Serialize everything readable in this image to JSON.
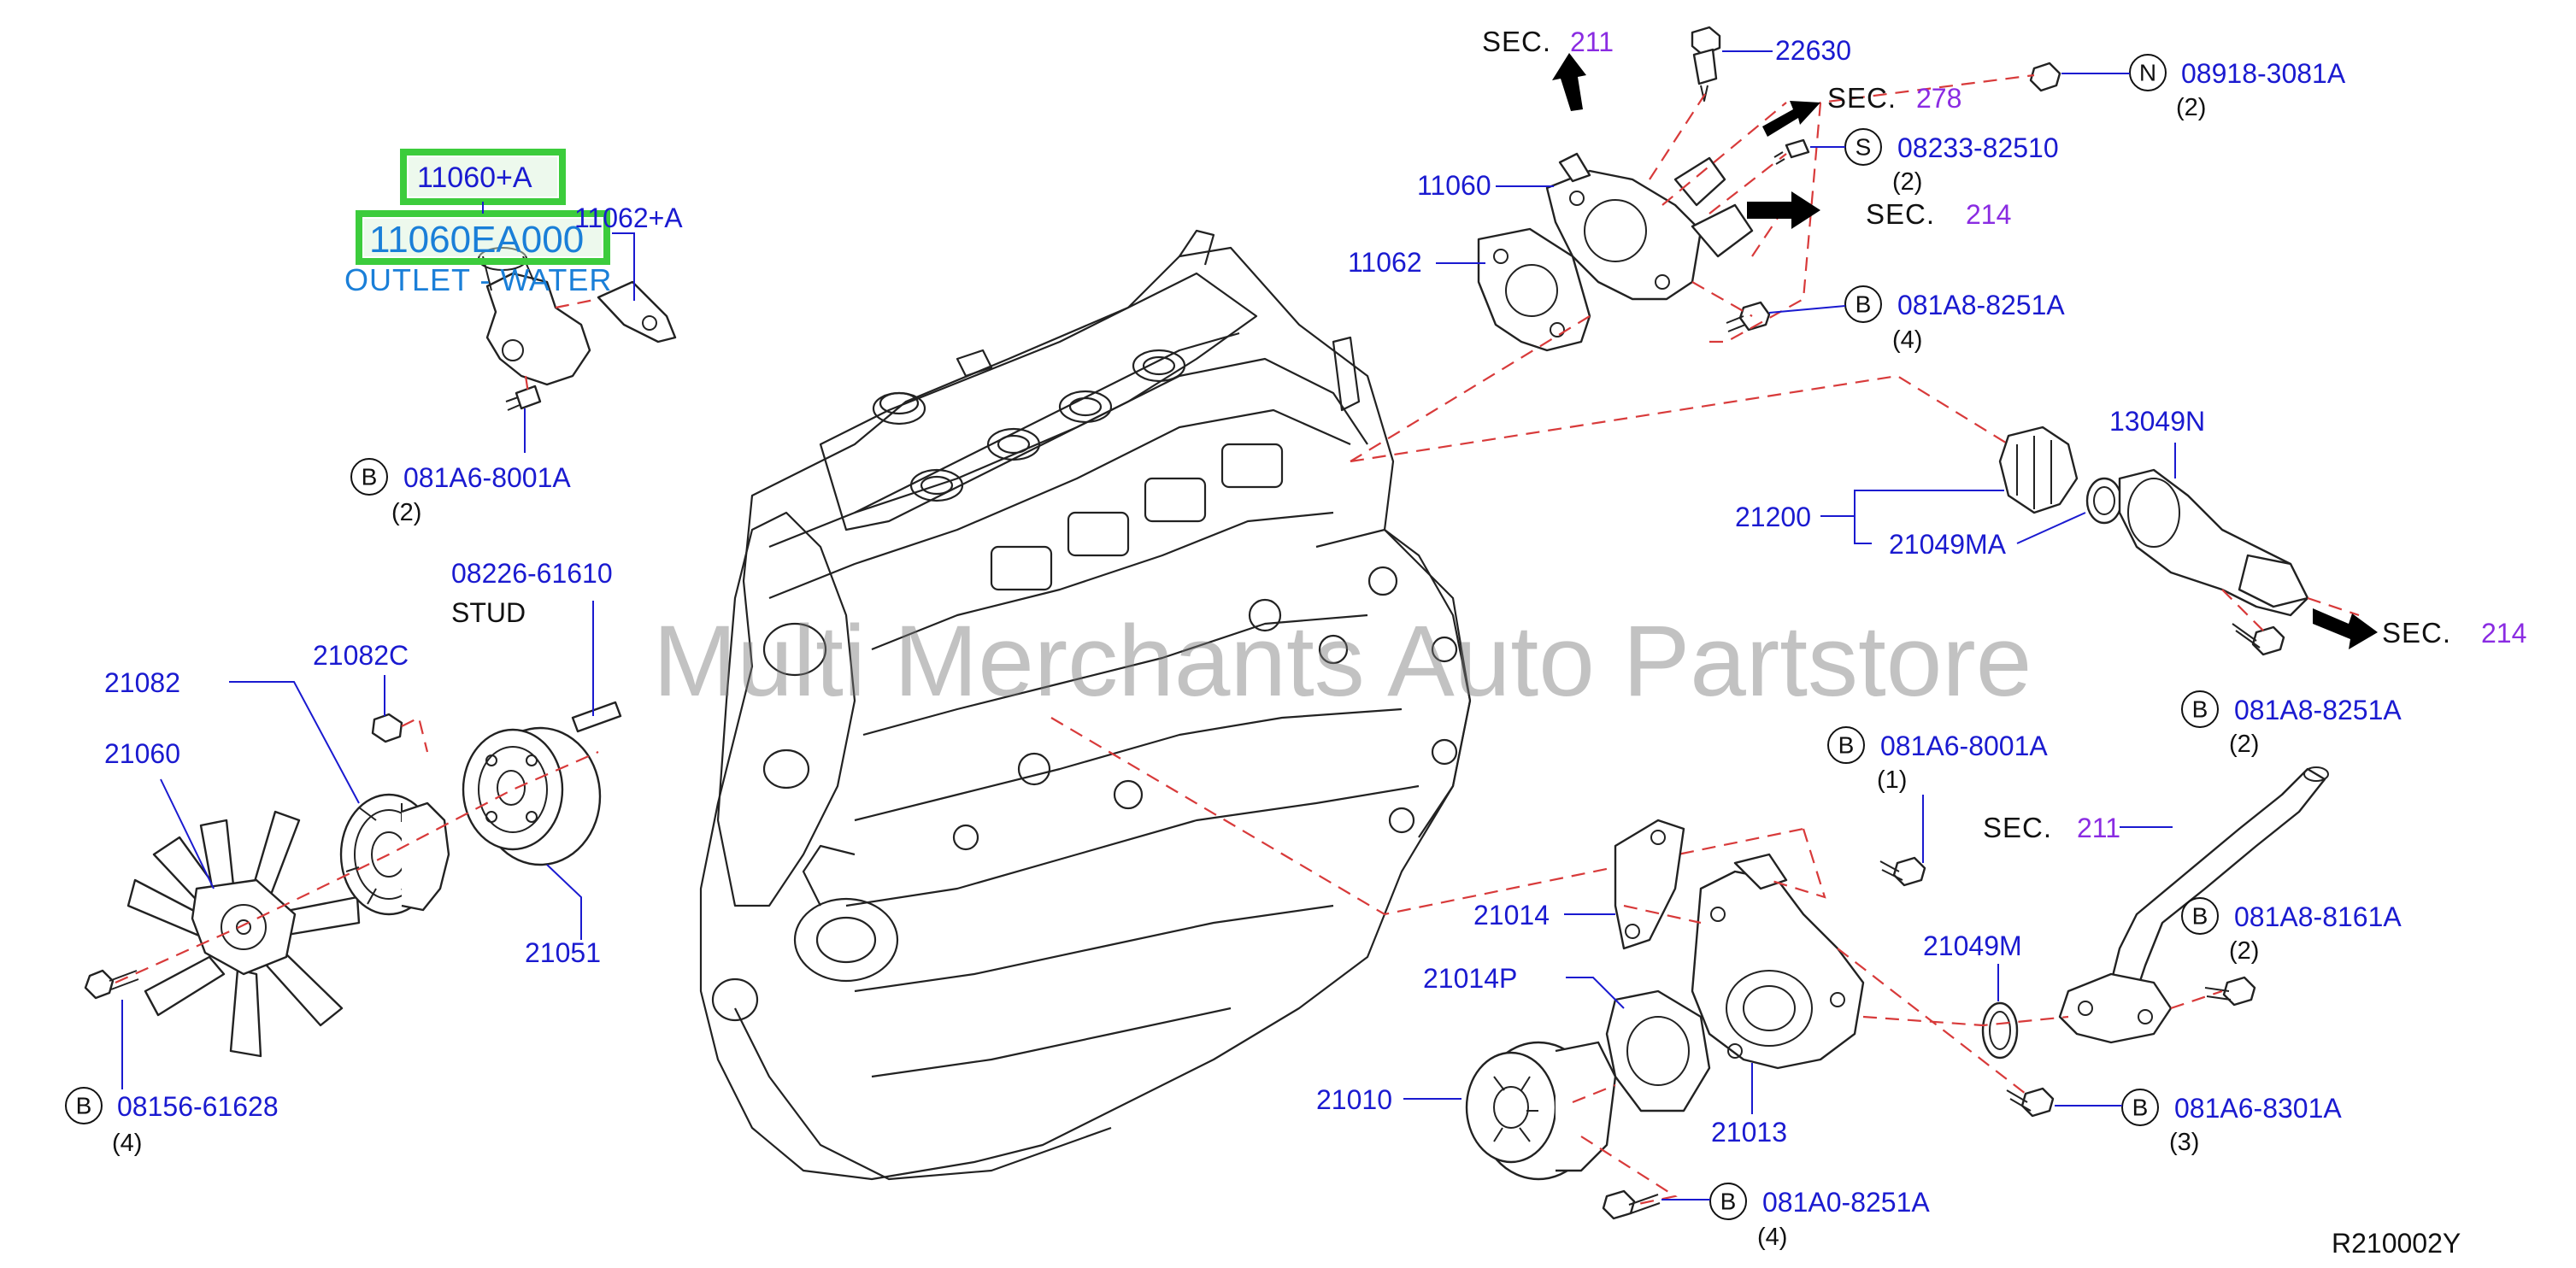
{
  "watermark": "Multi Merchants Auto Partstore",
  "diagram_code": "R210002Y",
  "highlight": {
    "box1": "11060+A",
    "box2": "11060EA000",
    "description": "OUTLET - WATER"
  },
  "labels": {
    "p11062a": "11062+A",
    "p081A6_8001A_top": "081A6-8001A",
    "p081A6_8001A_top_qty": "(2)",
    "p08226": "08226-61610",
    "stud": "STUD",
    "p21082": "21082",
    "p21082C": "21082C",
    "p21060": "21060",
    "p21051": "21051",
    "p08156": "08156-61628",
    "p08156_qty": "(4)",
    "sec_word": "SEC.",
    "sec211_top": "211",
    "p22630": "22630",
    "sec278": "278",
    "p08918": "08918-3081A",
    "p08918_qty": "(2)",
    "p08233": "08233-82510",
    "p08233_qty": "(2)",
    "sec214_top": "214",
    "p11060": "11060",
    "p11062": "11062",
    "p081A8_8251A_top": "081A8-8251A",
    "p081A8_8251A_top_qty": "(4)",
    "p13049N": "13049N",
    "p21200": "21200",
    "p21049MA": "21049MA",
    "sec214_right": "214",
    "p081A8_8251A_mid": "081A8-8251A",
    "p081A8_8251A_mid_qty": "(2)",
    "p081A6_8001A_mid": "081A6-8001A",
    "p081A6_8001A_mid_qty": "(1)",
    "sec211_bottom": "211",
    "p21014": "21014",
    "p081A8_8161A": "081A8-8161A",
    "p081A8_8161A_qty": "(2)",
    "p21049M": "21049M",
    "p21014P": "21014P",
    "p21010": "21010",
    "p21013": "21013",
    "p081A6_8301A": "081A6-8301A",
    "p081A6_8301A_qty": "(3)",
    "p081A0_8251A": "081A0-8251A",
    "p081A0_8251A_qty": "(4)"
  },
  "circle_letters": {
    "b": "B",
    "n": "N",
    "s": "S"
  },
  "colors": {
    "part_number": "#1a1ad0",
    "section_ref": "#8a2be2",
    "highlight_box": "#3ccc3c",
    "dashed_line": "#d83a3a"
  }
}
